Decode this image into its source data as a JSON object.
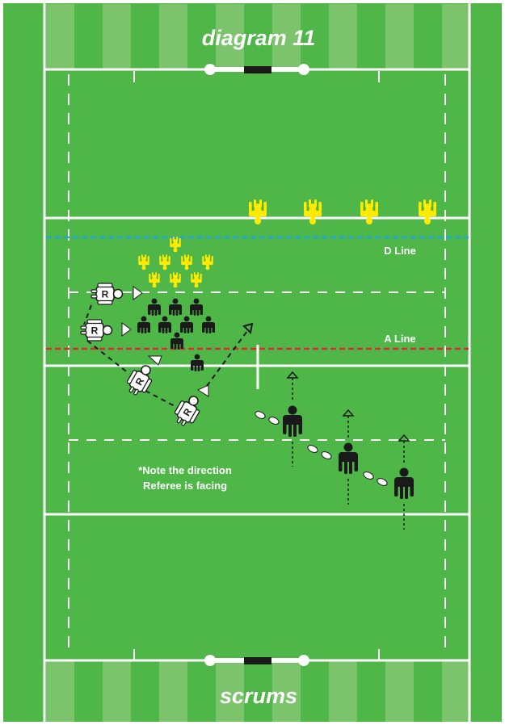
{
  "title": "diagram 11",
  "subtitle": "scrums",
  "lines": {
    "d_line": "D Line",
    "a_line": "A Line"
  },
  "note": {
    "line1": "*Note the direction",
    "line2": "Referee is facing"
  },
  "referee_label": "R",
  "colors": {
    "pitch": "#4fb748",
    "stripe_light": "#7cc46b",
    "line_white": "#ffffff",
    "d_line": "#1ea8e0",
    "a_line": "#e1262c",
    "defender": "#ffea00",
    "attacker": "#1a1a1a",
    "referee": "#ffffff"
  },
  "icons": [
    "defender-player-icon",
    "attacker-player-icon",
    "referee-icon",
    "ball-icon",
    "arrow-icon",
    "goalpost-icon"
  ]
}
